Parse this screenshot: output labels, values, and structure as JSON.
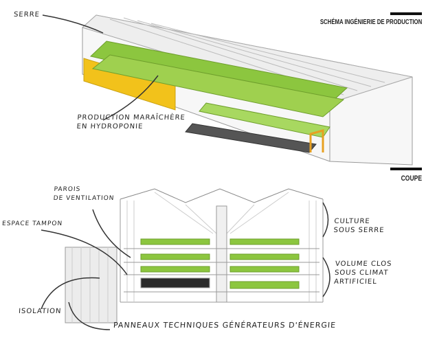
{
  "header": {
    "title": "SCHÉMA INGÉNIERIE DE PRODUCTION",
    "section_title": "COUPE"
  },
  "top_labels": {
    "serre": "SERRE",
    "production_line1": "PRODUCTION MARAÎCHÈRE",
    "production_line2": "EN HYDROPONIE"
  },
  "section_labels": {
    "parois_line1": "PAROIS",
    "parois_line2": "DE VENTILATION",
    "espace_tampon": "ESPACE TAMPON",
    "isolation": "ISOLATION",
    "panneaux": "PANNEAUX TECHNIQUES GÉNÉRATEURS D'ÉNERGIE",
    "culture_line1": "CULTURE",
    "culture_line2": "SOUS SERRE",
    "volume_line1": "VOLUME CLOS",
    "volume_line2": "SOUS CLIMAT",
    "volume_line3": "ARTIFICIEL"
  },
  "colors": {
    "green": "#8cc63f",
    "yellow": "#f2c21b",
    "orange": "#e8a020",
    "line": "#888888",
    "dark": "#333333"
  }
}
